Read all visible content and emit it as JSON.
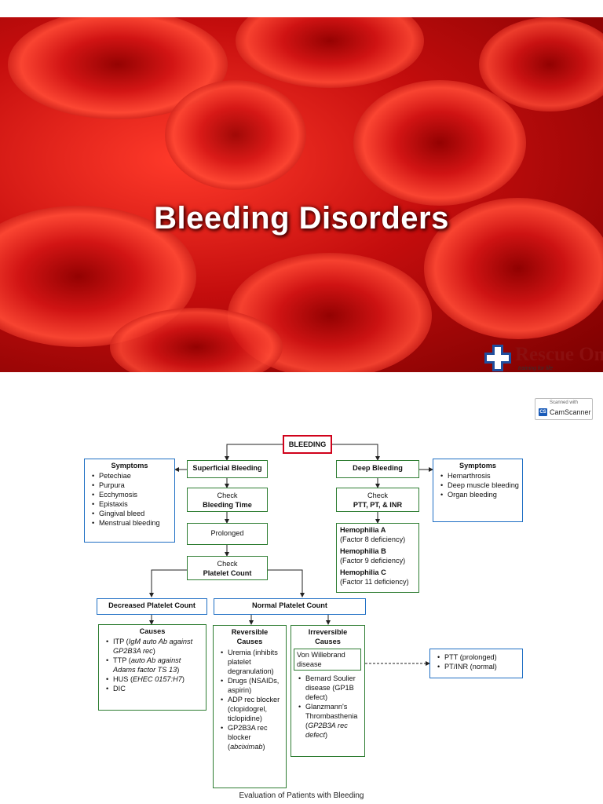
{
  "hero": {
    "title": "Bleeding Disorders",
    "logo_text": "Rescue On",
    "logo_tagline": "training for life",
    "colors": {
      "blood_red": "#c40d0d",
      "dark_red": "#7a0000"
    }
  },
  "scanner": {
    "top_text": "Scanned with",
    "badge": "CS",
    "name": "CamScanner"
  },
  "chart": {
    "root": "BLEEDING",
    "superficial": {
      "title": "Superficial Bleeding",
      "symptoms_title": "Symptoms",
      "symptoms": [
        "Petechiae",
        "Purpura",
        "Ecchymosis",
        "Epistaxis",
        "Gingival bleed",
        "Menstrual bleeding"
      ],
      "check_line1": "Check",
      "check_line2": "Bleeding Time",
      "prolonged": "Prolonged",
      "check2_line1": "Check",
      "check2_line2": "Platelet Count"
    },
    "deep": {
      "title": "Deep Bleeding",
      "symptoms_title": "Symptoms",
      "symptoms": [
        "Hemarthrosis",
        "Deep muscle bleeding",
        "Organ bleeding"
      ],
      "check_line1": "Check",
      "check_line2": "PTT, PT, & INR",
      "hemophilia": [
        {
          "name": "Hemophilia A",
          "detail": "(Factor 8 deficiency)"
        },
        {
          "name": "Hemophilia B",
          "detail": "(Factor 9 deficiency)"
        },
        {
          "name": "Hemophilia C",
          "detail": "(Factor 11 deficiency)"
        }
      ]
    },
    "decreased": {
      "title": "Decreased Platelet Count",
      "causes_title": "Causes",
      "causes": [
        {
          "prefix": "ITP (",
          "italic": "IgM auto Ab against GP2B3A rec",
          "suffix": ")"
        },
        {
          "prefix": "TTP (",
          "italic": "auto Ab against Adams factor TS 13",
          "suffix": ")"
        },
        {
          "prefix": "HUS (",
          "italic": "EHEC 0157:H7",
          "suffix": ")"
        },
        {
          "prefix": "DIC",
          "italic": "",
          "suffix": ""
        }
      ]
    },
    "normal": {
      "title": "Normal Platelet Count",
      "reversible_title_1": "Reversible",
      "reversible_title_2": "Causes",
      "reversible": [
        {
          "prefix": "Uremia (inhibits platelet degranulation)",
          "italic": "",
          "suffix": ""
        },
        {
          "prefix": "Drugs (NSAIDs, aspirin)",
          "italic": "",
          "suffix": ""
        },
        {
          "prefix": "ADP rec blocker (clopidogrel, ticlopidine)",
          "italic": "",
          "suffix": ""
        },
        {
          "prefix": "GP2B3A rec blocker (",
          "italic": "abciximab",
          "suffix": ")"
        }
      ],
      "irreversible_title_1": "Irreversible",
      "irreversible_title_2": "Causes",
      "von_willebrand": "Von Willebrand disease",
      "irreversible": [
        {
          "prefix": "Bernard Soulier disease (GP1B defect)",
          "italic": "",
          "suffix": ""
        },
        {
          "prefix": "Glanzmann's Thrombasthenia (",
          "italic": "GP2B3A rec defect",
          "suffix": ")"
        }
      ],
      "vwd_results": [
        "PTT (prolonged)",
        "PT/INR (normal)"
      ]
    },
    "caption": "Evaluation of Patients with Bleeding"
  }
}
